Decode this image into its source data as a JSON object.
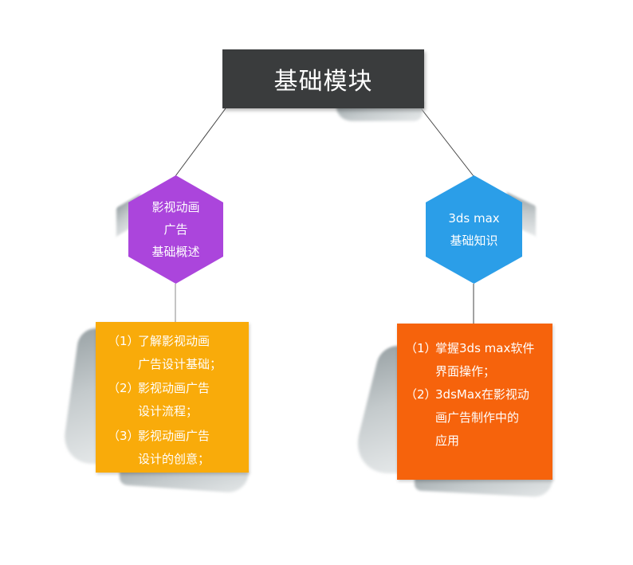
{
  "title": "基础模块",
  "left_branch": {
    "hexagon": {
      "lines": [
        "影视动画",
        "广告",
        "基础概述"
      ],
      "color": "#ab45dc"
    },
    "note": {
      "color": "#f9ab0a",
      "items": [
        {
          "num": "（1）",
          "first": "了解影视动画",
          "rest": "广告设计基础；"
        },
        {
          "num": "（2）",
          "first": "影视动画广告",
          "rest": "设计流程；"
        },
        {
          "num": "（3）",
          "first": "影视动画广告",
          "rest": "设计的创意；"
        }
      ]
    }
  },
  "right_branch": {
    "hexagon": {
      "lines": [
        "3ds max",
        "基础知识"
      ],
      "color": "#2b9ee8"
    },
    "note": {
      "color": "#f6630c",
      "items": [
        {
          "num": "（1）",
          "first": "掌握3ds max软件",
          "rest": [
            "界面操作；"
          ]
        },
        {
          "num": "（2）",
          "first": "3dsMax在影视动",
          "rest": [
            "画广告制作中的",
            "应用"
          ]
        }
      ]
    }
  },
  "colors": {
    "title_bg": "#3a3c3d",
    "connector": "#444444"
  }
}
